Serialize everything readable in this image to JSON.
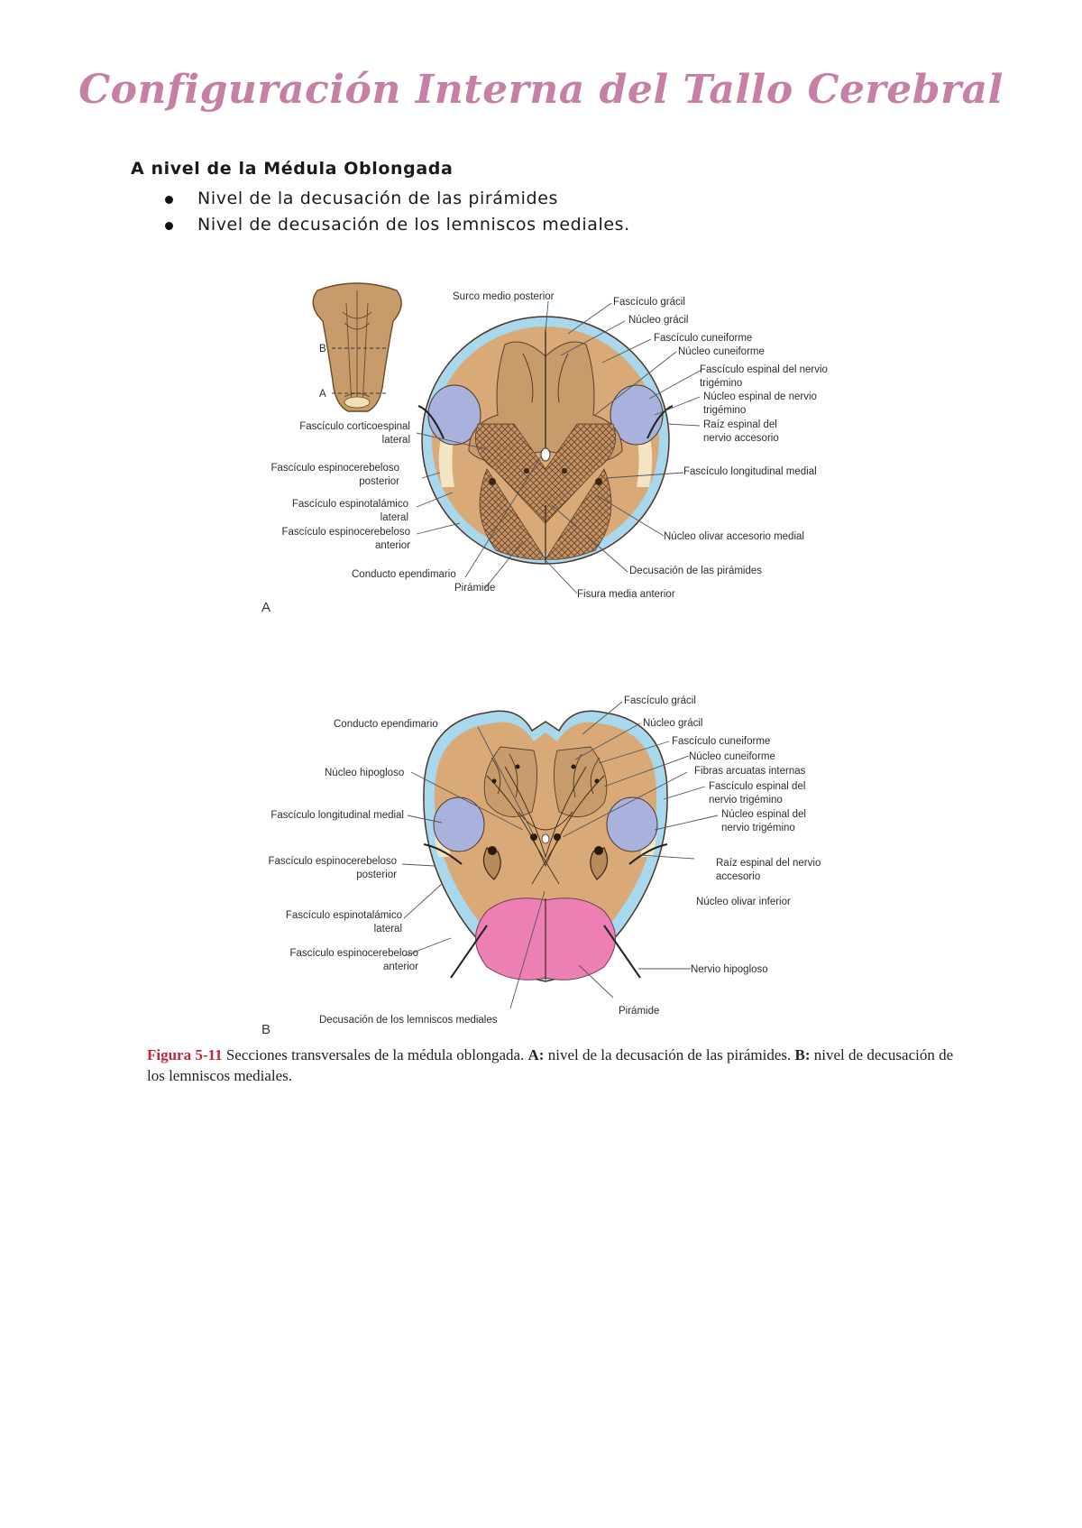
{
  "title": "Configuración Interna del Tallo Cerebral",
  "section": {
    "heading": "A nivel de la Médula Oblongada",
    "bullets": [
      "Nivel de la decusación de las pirámides",
      "Nivel de decusación de los lemniscos mediales."
    ]
  },
  "figure_a": {
    "panel_label": "A",
    "brainstem_labels": {
      "b": "B",
      "a": "A"
    },
    "labels": {
      "surco_medio_posterior": "Surco medio posterior",
      "fasciculo_gracil": "Fascículo grácil",
      "nucleo_gracil": "Núcleo grácil",
      "fasciculo_cuneiforme": "Fascículo cuneiforme",
      "nucleo_cuneiforme": "Núcleo cuneiforme",
      "fasc_espinal_trig_1": "Fascículo espinal del nervio",
      "fasc_espinal_trig_2": "trigémino",
      "nucleo_espinal_trig_1": "Núcleo espinal de nervio",
      "nucleo_espinal_trig_2": "trigémino",
      "raiz_espinal_1": "Raíz espinal del",
      "raiz_espinal_2": "nervio accesorio",
      "fasc_corticoespinal_1": "Fascículo corticoespinal",
      "fasc_corticoespinal_2": "lateral",
      "fasc_longitudinal_medial": "Fascículo longitudinal medial",
      "fasc_espinocerebeloso_post_1": "Fascículo espinocerebeloso",
      "fasc_espinocerebeloso_post_2": "posterior",
      "fasc_espinotalamico_1": "Fascículo espinotalámico",
      "fasc_espinotalamico_2": "lateral",
      "fasc_espinocerebeloso_ant_1": "Fascículo espinocerebeloso",
      "fasc_espinocerebeloso_ant_2": "anterior",
      "nucleo_olivar_accesorio": "Núcleo olivar accesorio medial",
      "conducto_ependimario": "Conducto ependimario",
      "decusacion_piramides": "Decusación de las pirámides",
      "piramide": "Pirámide",
      "fisura_media_anterior": "Fisura media anterior"
    }
  },
  "figure_b": {
    "panel_label": "B",
    "labels": {
      "fasciculo_gracil": "Fascículo grácil",
      "conducto_ependimario": "Conducto ependimario",
      "nucleo_gracil": "Núcleo grácil",
      "fasciculo_cuneiforme": "Fascículo cuneiforme",
      "nucleo_cuneiforme": "Núcleo cuneiforme",
      "nucleo_hipogloso": "Núcleo hipogloso",
      "fibras_arcuatas": "Fibras arcuatas internas",
      "fasc_espinal_trig_1": "Fascículo espinal del",
      "fasc_espinal_trig_2": "nervio trigémino",
      "fasc_longitudinal_medial": "Fascículo longitudinal medial",
      "nucleo_espinal_trig_1": "Núcleo espinal del",
      "nucleo_espinal_trig_2": "nervio trigémino",
      "fasc_espinocerebeloso_post_1": "Fascículo espinocerebeloso",
      "fasc_espinocerebeloso_post_2": "posterior",
      "raiz_espinal_1": "Raíz espinal del nervio",
      "raiz_espinal_2": "accesorio",
      "nucleo_olivar_inferior": "Núcleo olivar inferior",
      "fasc_espinotalamico_1": "Fascículo espinotalámico",
      "fasc_espinotalamico_2": "lateral",
      "fasc_espinocerebeloso_ant_1": "Fascículo espinocerebeloso",
      "fasc_espinocerebeloso_ant_2": "anterior",
      "nervio_hipogloso": "Nervio hipogloso",
      "piramide": "Pirámide",
      "decusacion_lemniscos": "Decusación de los lemniscos mediales"
    }
  },
  "caption": {
    "figure_number": "Figura 5-11",
    "text_1": " Secciones transversales de la médula oblongada. ",
    "a_label": "A:",
    "text_2": " nivel de la decusación de las pirámides. ",
    "b_label": "B:",
    "text_3": " nivel de decusación de los lemniscos mediales."
  },
  "colors": {
    "title": "#c680a6",
    "gray_matter": "#c79b6a",
    "white_matter": "#d9aa77",
    "trigeminal_nucleus": "#a9b2dc",
    "spinocerebellar_tract": "#a8d8ee",
    "tract_cream": "#f3e4c4",
    "pyramid_b": "#ec7fb3",
    "caption_figure_number": "#c0283a"
  }
}
